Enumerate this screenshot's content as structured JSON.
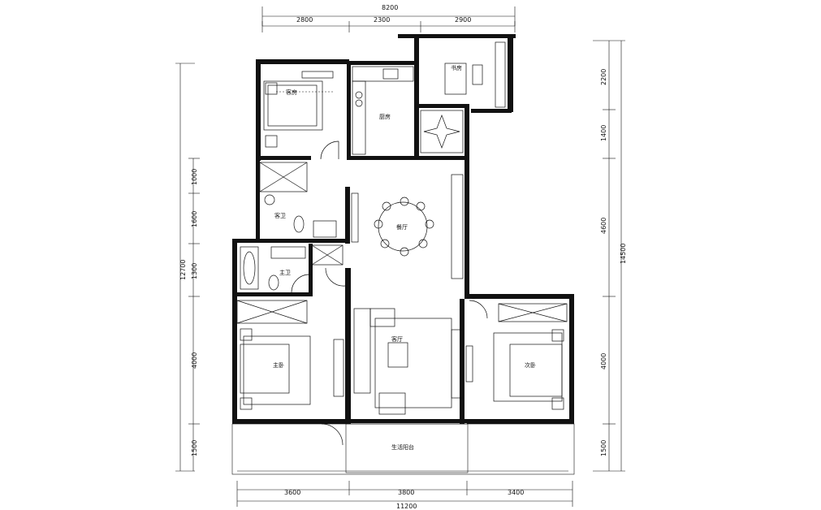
{
  "dimensions": {
    "top_total": "8200",
    "top_segments": [
      "2800",
      "2300",
      "2900"
    ],
    "bottom_segments": [
      "3600",
      "3800",
      "3400"
    ],
    "bottom_total": "11200",
    "left_total": "12700",
    "left_segments": [
      "1000",
      "1600",
      "1300",
      "4000",
      "1500"
    ],
    "right_total": "14500",
    "right_segments": [
      "2200",
      "1400",
      "4600",
      "4000",
      "1500"
    ]
  },
  "rooms": {
    "bedroom_guest_top": "客房",
    "kitchen": "厨房",
    "study": "书房",
    "guest_bath": "客卫",
    "master_bath": "主卫",
    "dining": "餐厅",
    "living": "客厅",
    "master_bedroom": "主卧",
    "second_bedroom": "次卧",
    "balcony": "生活阳台"
  }
}
